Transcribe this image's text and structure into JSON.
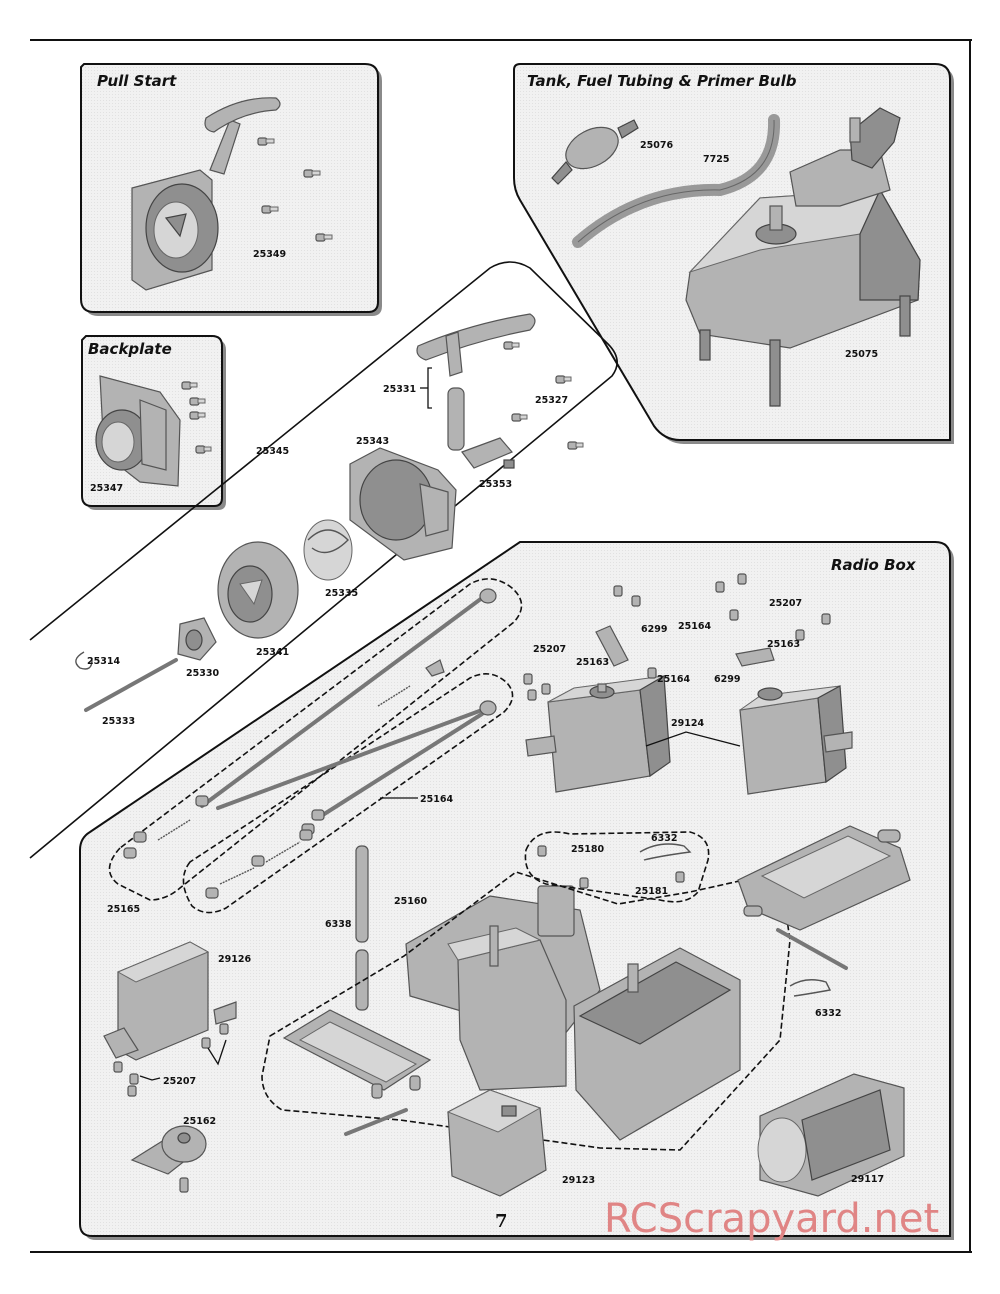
{
  "sections": {
    "pull_start": "Pull Start",
    "tank": "Tank, Fuel Tubing & Primer Bulb",
    "backplate": "Backplate",
    "radio_box": "Radio Box"
  },
  "parts": {
    "p25349": "25349",
    "p25076": "25076",
    "p7725": "7725",
    "p25075": "25075",
    "p25331": "25331",
    "p25327": "25327",
    "p25343": "25343",
    "p25345": "25345",
    "p25347": "25347",
    "p25353": "25353",
    "p25335": "25335",
    "p25341": "25341",
    "p25314": "25314",
    "p25330": "25330",
    "p25333": "25333",
    "p25207a": "25207",
    "p25207b": "25207",
    "p25207c": "25207",
    "p6299a": "6299",
    "p6299b": "6299",
    "p25164a": "25164",
    "p25164b": "25164",
    "p25164c": "25164",
    "p25163a": "25163",
    "p25163b": "25163",
    "p29124": "29124",
    "p25165": "25165",
    "p25180": "25180",
    "p6332a": "6332",
    "p6332b": "6332",
    "p25181": "25181",
    "p6338": "6338",
    "p25160": "25160",
    "p29126": "29126",
    "p25162": "25162",
    "p29123": "29123",
    "p29117": "29117"
  },
  "page_number": "7",
  "watermark": "RCScrapyard.net"
}
